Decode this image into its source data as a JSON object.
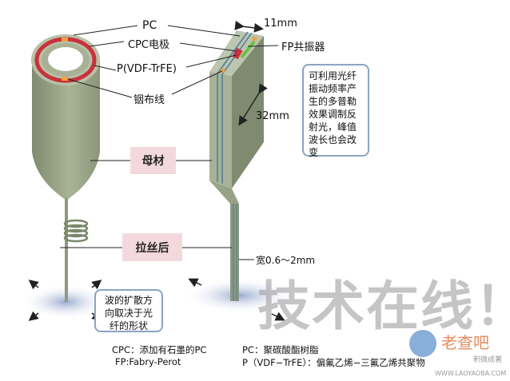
{
  "labels": {
    "pc": "PC",
    "cpc_electrode": "CPC电极",
    "pvdf": "P(VDF-TrFE)",
    "indium_wiring": "铟布线",
    "width_11": "11mm",
    "fp_resonator": "FP共振器",
    "length_32": "32mm",
    "width_fiber": "宽0.6～2mm"
  },
  "boxes": {
    "preform": "母材",
    "drawn": "拉丝后"
  },
  "callouts": {
    "doppler": "可利用光纤振动频率产生的多普勒效果调制反射光，峰值波长也会改变",
    "wave": "波的扩散方向取决于光纤的形状"
  },
  "legend": {
    "cpc": "CPC：添加有石墨的PC",
    "fp": "FP:Fabry-Perot",
    "pc": "PC：聚碳酸酯树脂",
    "pvdf": "P（VDF−TrFE）：偏氟乙烯−三氟乙烯共聚物"
  },
  "watermark": "技术在线！",
  "logo": {
    "name": "老查吧",
    "tag": "积微成著",
    "url": "WWW.LAOYAOBA.COM"
  },
  "colors": {
    "body": "#9ea88e",
    "box": "#f3d9de",
    "callout_border": "#8aa4c4",
    "electrode": "#c8323c",
    "wiring": "#f0a040",
    "fp": "#6cc04a"
  }
}
